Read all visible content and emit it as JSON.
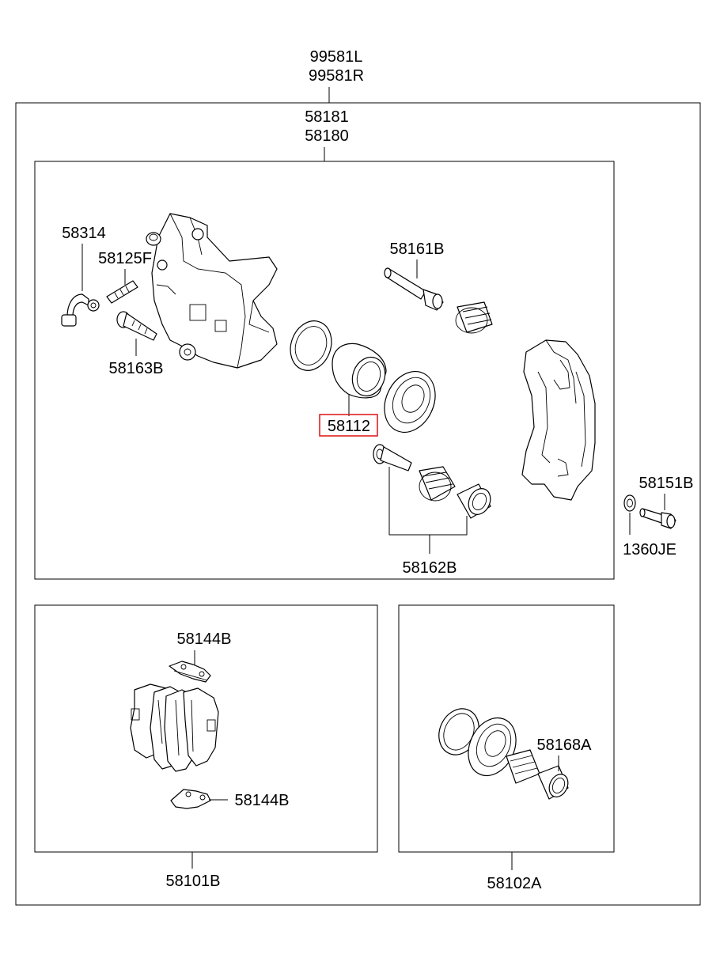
{
  "labels": {
    "assembly_left": "99581L",
    "assembly_right": "99581R",
    "caliper_a": "58181",
    "caliper_b": "58180",
    "bleeder_hose": "58314",
    "bleeder_screw": "58125F",
    "guide_bolt": "58163B",
    "guide_pin_upper": "58161B",
    "piston": "58112",
    "guide_pin_lower_kit": "58162B",
    "carrier_bolt": "58151B",
    "washer": "1360JE",
    "pad_clip_upper": "58144B",
    "pad_clip_lower": "58144B",
    "pad_kit": "58101B",
    "seal_boot": "58168A",
    "seal_kit": "58102A"
  },
  "highlight_color": "#e02020"
}
